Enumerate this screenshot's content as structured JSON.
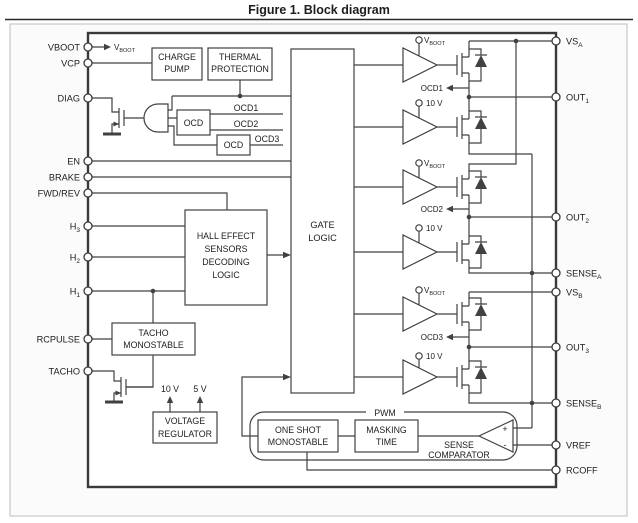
{
  "title": "Figure 1. Block diagram",
  "pins": {
    "left": [
      {
        "label": "VBOOT",
        "sub": ""
      },
      {
        "label": "VCP",
        "sub": ""
      },
      {
        "label": "DIAG",
        "sub": ""
      },
      {
        "label": "EN",
        "sub": ""
      },
      {
        "label": "BRAKE",
        "sub": ""
      },
      {
        "label": "FWD/REV",
        "sub": ""
      },
      {
        "label": "H",
        "sub": "3"
      },
      {
        "label": "H",
        "sub": "2"
      },
      {
        "label": "H",
        "sub": "1"
      },
      {
        "label": "RCPULSE",
        "sub": ""
      },
      {
        "label": "TACHO",
        "sub": ""
      }
    ],
    "right": [
      {
        "label": "VS",
        "sub": "A"
      },
      {
        "label": "OUT",
        "sub": "1"
      },
      {
        "label": "OUT",
        "sub": "2"
      },
      {
        "label": "SENSE",
        "sub": "A"
      },
      {
        "label": "VS",
        "sub": "B"
      },
      {
        "label": "OUT",
        "sub": "3"
      },
      {
        "label": "SENSE",
        "sub": "B"
      },
      {
        "label": "VREF",
        "sub": ""
      },
      {
        "label": "RCOFF",
        "sub": ""
      }
    ]
  },
  "blocks": {
    "charge_pump": [
      "CHARGE",
      "PUMP"
    ],
    "thermal_protection": [
      "THERMAL",
      "PROTECTION"
    ],
    "ocd_top": "OCD",
    "ocd_bottom": "OCD",
    "gate_logic": [
      "GATE",
      "LOGIC"
    ],
    "hall_decoder": [
      "HALL EFFECT",
      "SENSORS",
      "DECODING",
      "LOGIC"
    ],
    "tacho_monostable": [
      "TACHO",
      "MONOSTABLE"
    ],
    "voltage_regulator": [
      "VOLTAGE",
      "REGULATOR"
    ],
    "one_shot_monostable": [
      "ONE SHOT",
      "MONOSTABLE"
    ],
    "masking_time": [
      "MASKING",
      "TIME"
    ],
    "sense_comparator": [
      "SENSE",
      "COMPARATOR"
    ],
    "pwm_label": "PWM"
  },
  "signals": {
    "vboot": {
      "base": "V",
      "sub": "BOOT"
    },
    "ocd1": "OCD1",
    "ocd2": "OCD2",
    "ocd3": "OCD3",
    "v10": "10 V",
    "v5": "5 V",
    "plus": "+",
    "minus": "-"
  },
  "colors": {
    "line": "#414141",
    "text": "#1d1d1d",
    "box_fill": "#ffffff",
    "frame_border": "#bdbdbd"
  }
}
